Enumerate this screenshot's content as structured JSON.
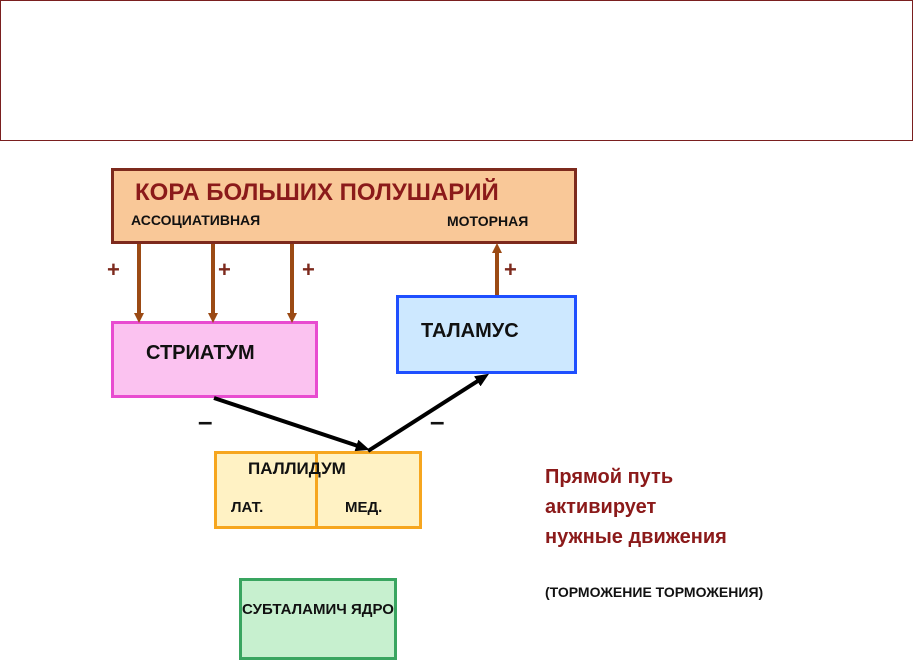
{
  "cortex": {
    "title": "КОРА БОЛЬШИХ ПОЛУШАРИЙ",
    "associative": "АССОЦИАТИВНАЯ",
    "motor": "МОТОРНАЯ"
  },
  "striatum": {
    "label": "СТРИАТУМ"
  },
  "thalamus": {
    "label": "ТАЛАМУС"
  },
  "pallidum": {
    "label": "ПАЛЛИДУМ",
    "lateral": "ЛАТ.",
    "medial": "МЕД."
  },
  "subthalamic": {
    "label": "СУБТАЛАМИЧ ЯДРО"
  },
  "signs": {
    "plus": "+",
    "minus": "–"
  },
  "note": {
    "lines": [
      "Прямой путь",
      "активирует",
      "нужные движения"
    ],
    "sub": "(ТОРМОЖЕНИЕ ТОРМОЖЕНИЯ)"
  },
  "colors": {
    "excitatory_arrow": "#9b4a14",
    "inhibitory_arrow": "#000000",
    "note_text": "#8b1a1a"
  }
}
